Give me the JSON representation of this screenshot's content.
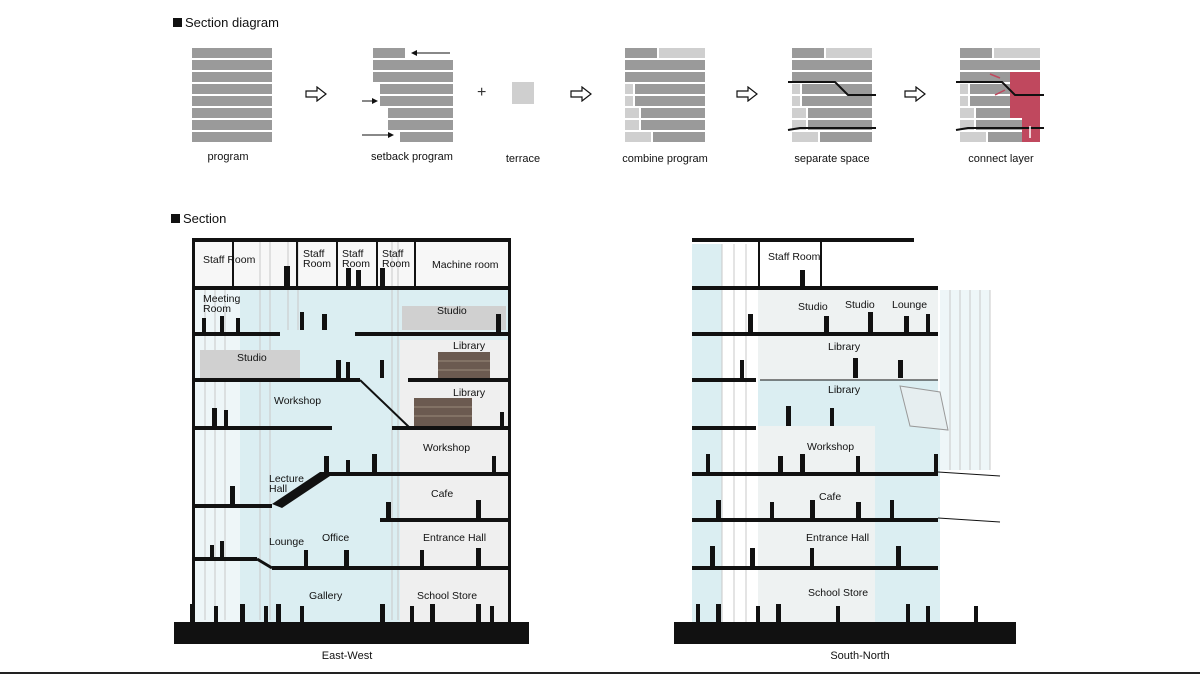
{
  "headers": {
    "diagram": "Section diagram",
    "section": "Section"
  },
  "steps": {
    "program": "program",
    "setback": "setback program",
    "terrace": "terrace",
    "combine": "combine program",
    "separate": "separate space",
    "connect": "connect layer"
  },
  "east_west": {
    "caption": "East-West",
    "rooms": {
      "staff_room": "Staff Room",
      "staff_room_1": "Staff Room",
      "staff_room_2": "Staff Room",
      "staff_room_3": "Staff Room",
      "machine_room": "Machine room",
      "meeting_room": "Meeting Room",
      "studio_upper": "Studio",
      "studio_lower": "Studio",
      "library_1": "Library",
      "library_2": "Library",
      "workshop_1": "Workshop",
      "workshop_2": "Workshop",
      "lecture_hall": "Lecture Hall",
      "cafe": "Cafe",
      "lounge": "Lounge",
      "office": "Office",
      "entrance_hall": "Entrance Hall",
      "gallery": "Gallery",
      "school_store": "School Store"
    }
  },
  "south_north": {
    "caption": "South-North",
    "rooms": {
      "staff_room": "Staff Room",
      "studio_1": "Studio",
      "studio_2": "Studio",
      "lounge": "Lounge",
      "library_1": "Library",
      "library_2": "Library",
      "workshop": "Workshop",
      "cafe": "Cafe",
      "entrance_hall": "Entrance Hall",
      "school_store": "School Store"
    }
  },
  "colors": {
    "program_gray": "#9a9a9a",
    "terrace_gray": "#cfcfcf",
    "accent_red": "#c0485e",
    "glass_blue": "#dbeef2",
    "slab": "#111111"
  }
}
